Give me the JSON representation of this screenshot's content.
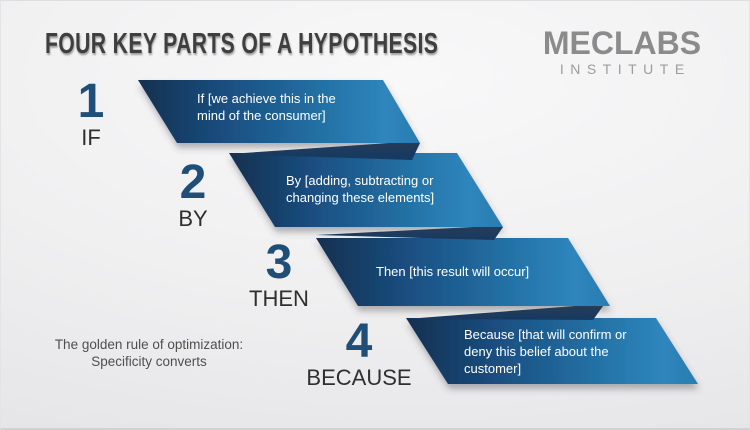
{
  "title": "FOUR KEY PARTS OF A HYPOTHESIS",
  "logo": {
    "name": "MECLABS",
    "subtitle": "INSTITUTE"
  },
  "steps": [
    {
      "number": "1",
      "label": "IF",
      "text": "If [we achieve this in the mind of the consumer]"
    },
    {
      "number": "2",
      "label": "BY",
      "text": "By [adding, subtracting or changing these elements]"
    },
    {
      "number": "3",
      "label": "THEN",
      "text": "Then [this result will occur]"
    },
    {
      "number": "4",
      "label": "BECAUSE",
      "text": "Because [that will confirm or deny this belief about the customer]"
    }
  ],
  "note": {
    "line1": "The golden rule of optimization:",
    "line2": "Specificity converts"
  },
  "colors": {
    "title_text": "#3f3f3f",
    "logo_text": "#8b8b8b",
    "logo_subtitle": "#9d9d9d",
    "step_number": "#1f4e79",
    "step_label": "#2f2f2f",
    "ribbon_text": "#ffffff",
    "note_text": "#4f4f4f",
    "fold": "#193a60",
    "grad1": "#14304f",
    "grad2": "#1a4d7f",
    "grad3": "#2371a5",
    "grad4": "#2e86bd",
    "grad5": "#2a7cb0",
    "background": "#f0f0f1"
  }
}
